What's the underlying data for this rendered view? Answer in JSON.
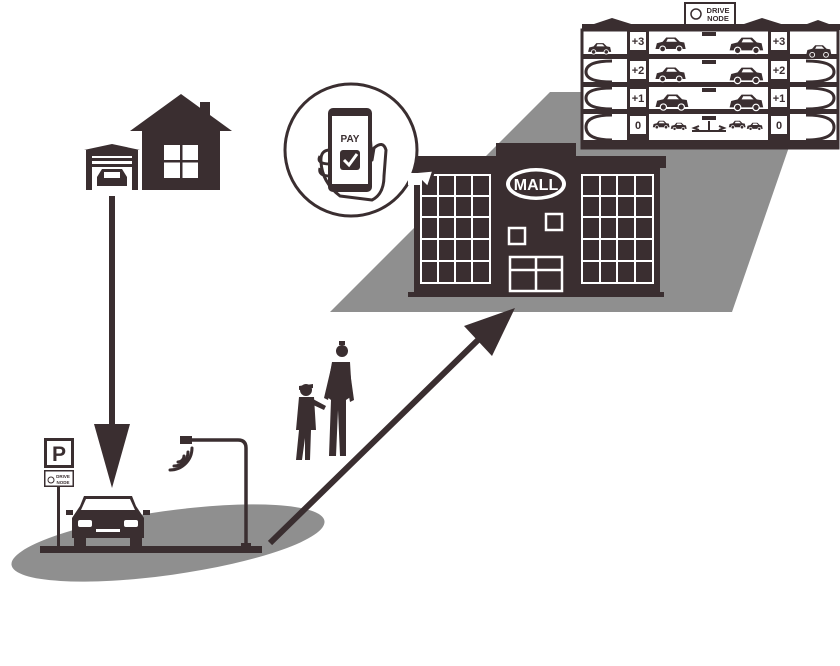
{
  "colors": {
    "ink": "#3a2e30",
    "ground": "#8f8f8f",
    "paper": "#ffffff"
  },
  "labels": {
    "parking_sign": "P",
    "drive_node_line1": "DRIVE",
    "drive_node_line2": "NODE",
    "pay": "PAY",
    "mall": "MALL",
    "garage_floors": [
      "+3",
      "+2",
      "+1",
      "0"
    ]
  },
  "icons": [
    "house-icon",
    "garage-icon",
    "car-icon",
    "parking-sign-icon",
    "drive-node-logo-icon",
    "wifi-signal-icon",
    "street-lamp-icon",
    "smartphone-icon",
    "checkmark-icon",
    "hand-icon",
    "person-adult-icon",
    "person-child-icon",
    "mall-building-icon",
    "parking-garage-icon",
    "arrow-down-icon",
    "arrow-diagonal-icon"
  ]
}
